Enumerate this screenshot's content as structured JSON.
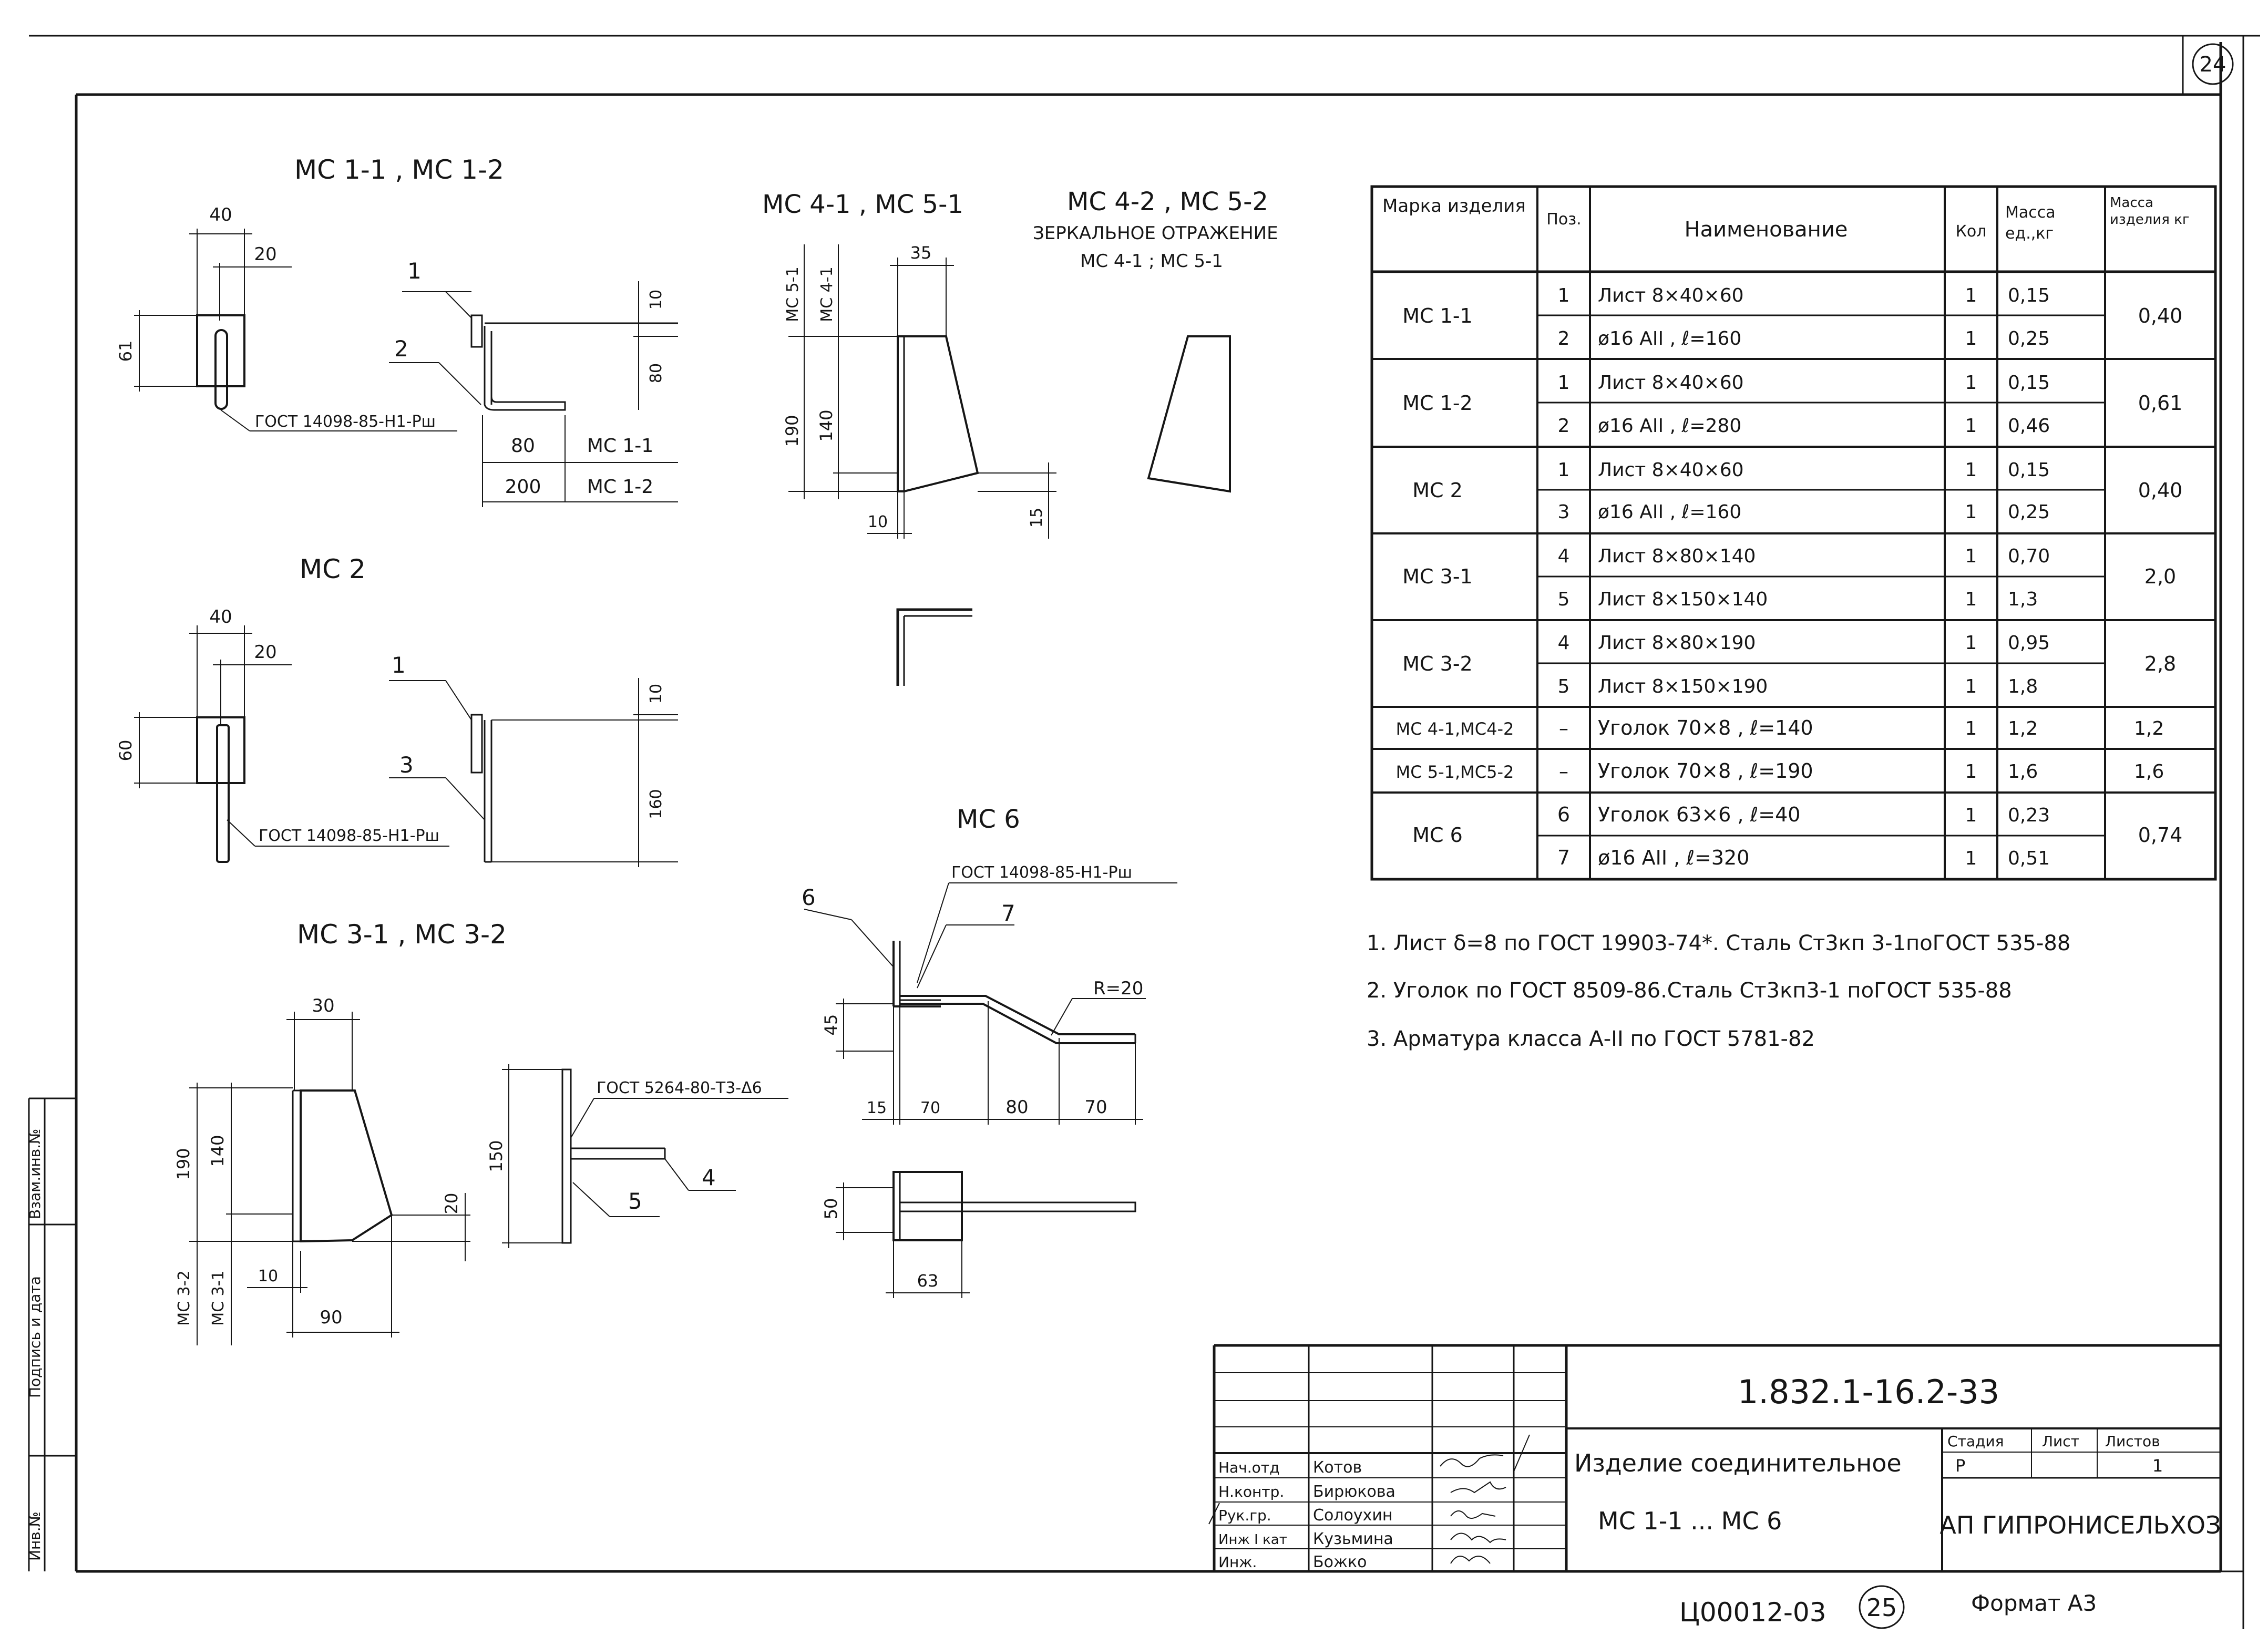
{
  "sheet": {
    "corner_number": "24",
    "bottom_code": "Ц00012-03",
    "bottom_circle": "25",
    "format": "Формат А3"
  },
  "details": {
    "mc1": {
      "title": "МС 1-1 , МС 1-2",
      "dim_40": "40",
      "dim_20": "20",
      "dim_61": "61",
      "dim_10": "10",
      "dim_80v": "80",
      "callout_1": "1",
      "callout_2": "2",
      "gost": "ГОСТ 14098-85-Н1-Рш",
      "row1_len": "80",
      "row1_mark": "МС 1-1",
      "row2_len": "200",
      "row2_mark": "МС 1-2"
    },
    "mc2": {
      "title": "МС 2",
      "dim_40": "40",
      "dim_20": "20",
      "dim_60": "60",
      "dim_10": "10",
      "dim_160": "160",
      "callout_1": "1",
      "callout_3": "3",
      "gost": "ГОСТ 14098-85-Н1-Рш"
    },
    "mc3": {
      "title": "МС 3-1 , МС 3-2",
      "dim_30": "30",
      "dim_190": "190",
      "dim_140": "140",
      "dim_20": "20",
      "dim_10": "10",
      "dim_90": "90",
      "mark_32": "МС 3-2",
      "mark_31": "МС 3-1",
      "dim_150": "150",
      "gost": "ГОСТ 5264-80-Т3-Δ6",
      "callout_4": "4",
      "callout_5": "5"
    },
    "mc41": {
      "title": "МС 4-1 , МС 5-1",
      "mark_51": "МС 5-1",
      "mark_41": "МС 4-1",
      "dim_35": "35",
      "dim_190": "190",
      "dim_140": "140",
      "dim_10": "10",
      "dim_15": "15"
    },
    "mc42": {
      "title": "МС 4-2 , МС 5-2",
      "sub1": "ЗЕРКАЛЬНОЕ ОТРАЖЕНИЕ",
      "sub2": "МС 4-1 ; МС 5-1"
    },
    "mc6": {
      "title": "МС 6",
      "gost": "ГОСТ 14098-85-Н1-Рш",
      "callout_6": "6",
      "callout_7": "7",
      "radius": "R=20",
      "dim_45": "45",
      "dim_15": "15",
      "dim_70a": "70",
      "dim_80": "80",
      "dim_70b": "70",
      "dim_50": "50",
      "dim_63": "63"
    }
  },
  "spec_table": {
    "headers": {
      "mark": "Марка изделия",
      "pos": "Поз.",
      "name": "Наименование",
      "qty": "Кол",
      "mass_unit": "Масса ед.,кг",
      "mass_item": "Масса изделия кг"
    },
    "groups": [
      {
        "mark": "МС 1-1",
        "mass": "0,40",
        "rows": [
          {
            "pos": "1",
            "name": "Лист 8×40×60",
            "qty": "1",
            "unit": "0,15"
          },
          {
            "pos": "2",
            "name": "ø16 АII , ℓ=160",
            "qty": "1",
            "unit": "0,25"
          }
        ]
      },
      {
        "mark": "МС 1-2",
        "mass": "0,61",
        "rows": [
          {
            "pos": "1",
            "name": "Лист 8×40×60",
            "qty": "1",
            "unit": "0,15"
          },
          {
            "pos": "2",
            "name": "ø16 АII , ℓ=280",
            "qty": "1",
            "unit": "0,46"
          }
        ]
      },
      {
        "mark": "МС 2",
        "mass": "0,40",
        "rows": [
          {
            "pos": "1",
            "name": "Лист 8×40×60",
            "qty": "1",
            "unit": "0,15"
          },
          {
            "pos": "3",
            "name": "ø16 АII , ℓ=160",
            "qty": "1",
            "unit": "0,25"
          }
        ]
      },
      {
        "mark": "МС 3-1",
        "mass": "2,0",
        "rows": [
          {
            "pos": "4",
            "name": "Лист 8×80×140",
            "qty": "1",
            "unit": "0,70"
          },
          {
            "pos": "5",
            "name": "Лист 8×150×140",
            "qty": "1",
            "unit": "1,3"
          }
        ]
      },
      {
        "mark": "МС 3-2",
        "mass": "2,8",
        "rows": [
          {
            "pos": "4",
            "name": "Лист 8×80×190",
            "qty": "1",
            "unit": "0,95"
          },
          {
            "pos": "5",
            "name": "Лист 8×150×190",
            "qty": "1",
            "unit": "1,8"
          }
        ]
      },
      {
        "mark": "МС 4-1,МС4-2",
        "mass": "1,2",
        "rows": [
          {
            "pos": "–",
            "name": "Уголок 70×8 , ℓ=140",
            "qty": "1",
            "unit": "1,2"
          }
        ]
      },
      {
        "mark": "МС 5-1,МС5-2",
        "mass": "1,6",
        "rows": [
          {
            "pos": "–",
            "name": "Уголок 70×8 , ℓ=190",
            "qty": "1",
            "unit": "1,6"
          }
        ]
      },
      {
        "mark": "МС 6",
        "mass": "0,74",
        "rows": [
          {
            "pos": "6",
            "name": "Уголок 63×6 , ℓ=40",
            "qty": "1",
            "unit": "0,23"
          },
          {
            "pos": "7",
            "name": "ø16 АII , ℓ=320",
            "qty": "1",
            "unit": "0,51"
          }
        ]
      }
    ]
  },
  "notes": [
    "1. Лист δ=8 по ГОСТ 19903-74*. Сталь Ст3кп 3-1поГОСТ 535-88",
    "2. Уголок по ГОСТ 8509-86.Сталь Ст3кп3-1 поГОСТ 535-88",
    "3. Арматура класса А-II по ГОСТ 5781-82"
  ],
  "title_block": {
    "doc_code": "1.832.1-16.2-33",
    "roles": [
      "Нач.отд",
      "Н.контр.",
      "Рук.гр.",
      "Инж I кат",
      "Инж."
    ],
    "names": [
      "Котов",
      "Бирюкова",
      "Солоухин",
      "Кузьмина",
      "Божко"
    ],
    "item_name": "Изделие соединительное",
    "item_range": "МС 1-1 ... МС 6",
    "stage_label": "Стадия",
    "sheet_label": "Лист",
    "sheets_label": "Листов",
    "stage": "Р",
    "sheets": "1",
    "org": "АП ГИПРОНИСЕЛЬХОЗ"
  },
  "side_stamp": {
    "vzam": "Взам.инв.№",
    "podpis": "Подпись и дата",
    "inv": "Инв.№"
  }
}
